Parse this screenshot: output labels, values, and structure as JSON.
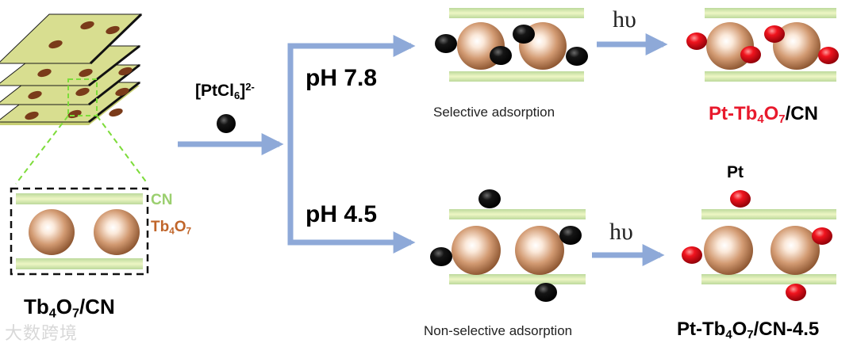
{
  "labels": {
    "cn": "CN",
    "tb_main": "Tb",
    "tb_sub_4": "4",
    "tb_o": "O",
    "tb_sub_7": "7",
    "precursor_main": "[PtCl",
    "precursor_sub": "6",
    "precursor_close": "]",
    "precursor_charge": "2-",
    "ph_high": "pH 7.8",
    "ph_low": "pH 4.5",
    "hv": "hυ",
    "selective": "Selective adsorption",
    "nonselective": "Non-selective adsorption",
    "pt": "Pt",
    "support_suffix": "/CN",
    "product1_prefix": "Pt-",
    "product2_suffix": "/CN-4.5",
    "watermark": "大数跨境"
  },
  "colors": {
    "sheet": "#d6dc8f",
    "band": "#c7e0a8",
    "band_light": "#eef6c4",
    "particle": "#7a3b1a",
    "sphere": "#c9926a",
    "arrow": "#8ea9d8",
    "pt_red": "#e8192c",
    "dash_green": "#7ddc3a",
    "tb_label": "#c0652a",
    "cn_label": "#9bcf6f"
  }
}
